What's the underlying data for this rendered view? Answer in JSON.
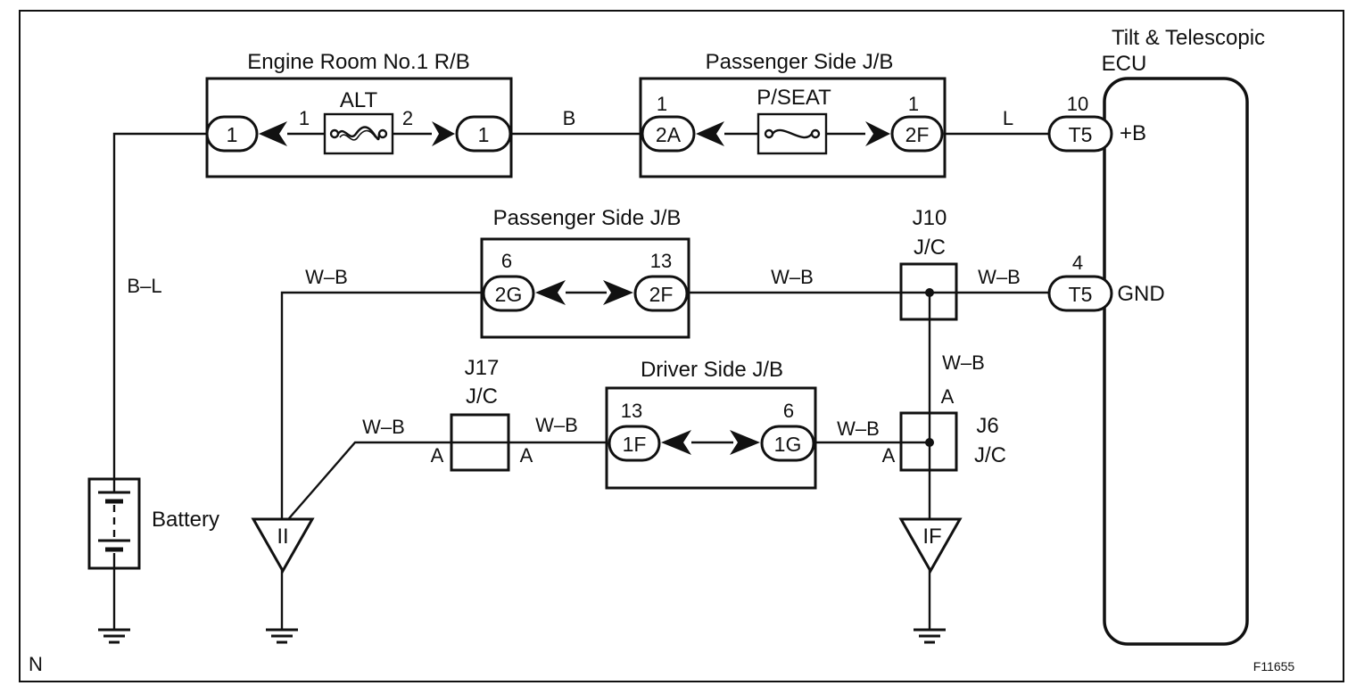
{
  "blocks": {
    "engine_room_rb": {
      "title": "Engine Room No.1 R/B",
      "fuse": "ALT",
      "pin_left": "1",
      "pin_right": "2",
      "conn_left": "1",
      "conn_right": "1"
    },
    "passenger_jb_top": {
      "title": "Passenger Side J/B",
      "fuse": "P/SEAT",
      "pin_left": "1",
      "pin_right": "1",
      "conn_left": "2A",
      "conn_right": "2F"
    },
    "passenger_jb_mid": {
      "title": "Passenger Side J/B",
      "pin_left": "6",
      "pin_right": "13",
      "conn_left": "2G",
      "conn_right": "2F"
    },
    "driver_jb": {
      "title": "Driver Side J/B",
      "pin_left": "13",
      "pin_right": "6",
      "conn_left": "1F",
      "conn_right": "1G"
    },
    "j10": {
      "name": "J10",
      "type": "J/C"
    },
    "j17": {
      "name": "J17",
      "type": "J/C",
      "pin_left": "A",
      "pin_right": "A"
    },
    "j6": {
      "name": "J6",
      "type": "J/C",
      "pin_top": "A",
      "pin_left": "A"
    }
  },
  "ecu": {
    "title_line1": "Tilt & Telescopic",
    "title_line2": "ECU",
    "pin_b_num": "10",
    "pin_b_conn": "T5",
    "pin_b_name": "+B",
    "pin_gnd_num": "4",
    "pin_gnd_conn": "T5",
    "pin_gnd_name": "GND"
  },
  "wires": {
    "battery_wire": "B–L",
    "rb_to_jb": "B",
    "jb_to_ecu": "L",
    "ground_left": "W–B",
    "jb_to_j10": "W–B",
    "j10_to_ecu": "W–B",
    "j10_to_j6": "W–B",
    "ground_to_j17": "W–B",
    "j17_to_driver": "W–B",
    "driver_to_j6": "W–B"
  },
  "battery": {
    "label": "Battery"
  },
  "ground_points": {
    "left": "II",
    "right": "IF"
  },
  "footer": {
    "corner_left": "N",
    "figure_id": "F11655"
  }
}
